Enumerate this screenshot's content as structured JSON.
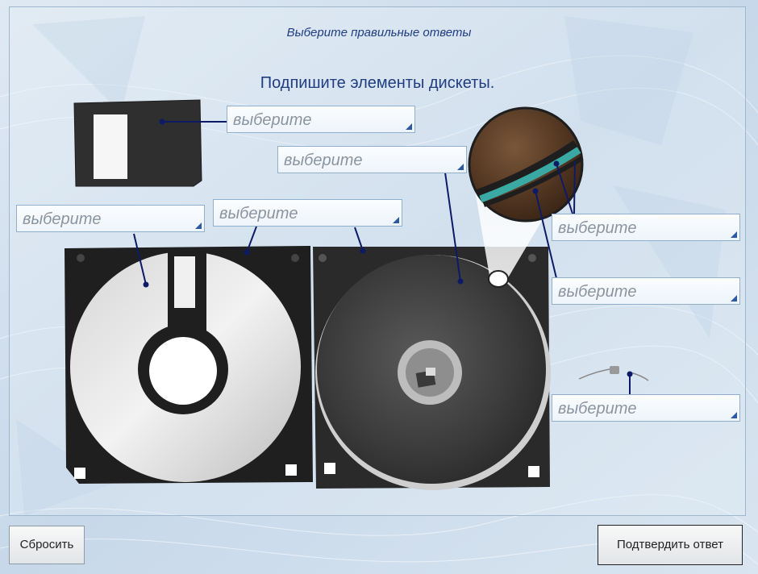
{
  "header": {
    "instruction": "Выберите правильные ответы"
  },
  "question": {
    "title": "Подпишите элементы дискеты."
  },
  "dropdowns": [
    {
      "id": "shutter",
      "value": "выберите"
    },
    {
      "id": "disk",
      "value": "выберите"
    },
    {
      "id": "liner",
      "value": "выберите"
    },
    {
      "id": "case-spring-left",
      "value": "выберите"
    },
    {
      "id": "layers-top",
      "value": "выберите"
    },
    {
      "id": "layers-bottom",
      "value": "выберите"
    },
    {
      "id": "spring",
      "value": "выберите"
    }
  ],
  "buttons": {
    "reset": "Сбросить",
    "submit": "Подтвердить ответ"
  },
  "colors": {
    "text": "#1f3d80",
    "pointer": "#0d1a66",
    "accent": "#2c5aa0"
  }
}
